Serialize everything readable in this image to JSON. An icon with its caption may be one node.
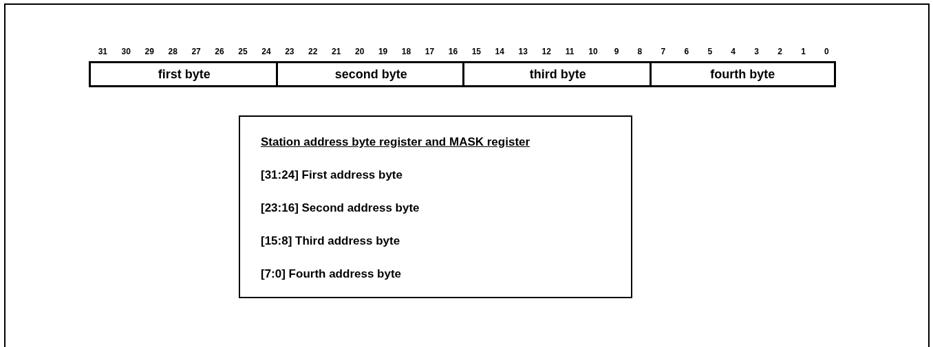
{
  "diagram": {
    "nodes": [
      {
        "text": [
          "first byte"
        ]
      },
      {
        "text": [
          "second byte"
        ]
      },
      {
        "text": [
          "third byte"
        ]
      },
      {
        "text": [
          "fourth byte"
        ]
      },
      {
        "text": [
          "Station address byte register and MASK register",
          "[31:24] First address byte",
          "[23:16] Second address byte",
          "[15:8] Third address byte",
          "[7:0] Fourth address byte"
        ]
      }
    ],
    "edges": [],
    "labels": [
      "31",
      "30",
      "29",
      "28",
      "27",
      "26",
      "25",
      "24",
      "23",
      "22",
      "21",
      "20",
      "19",
      "18",
      "17",
      "16",
      "15",
      "14",
      "13",
      "12",
      "11",
      "10",
      "9",
      "8",
      "7",
      "6",
      "5",
      "4",
      "3",
      "2",
      "1",
      "0"
    ]
  }
}
